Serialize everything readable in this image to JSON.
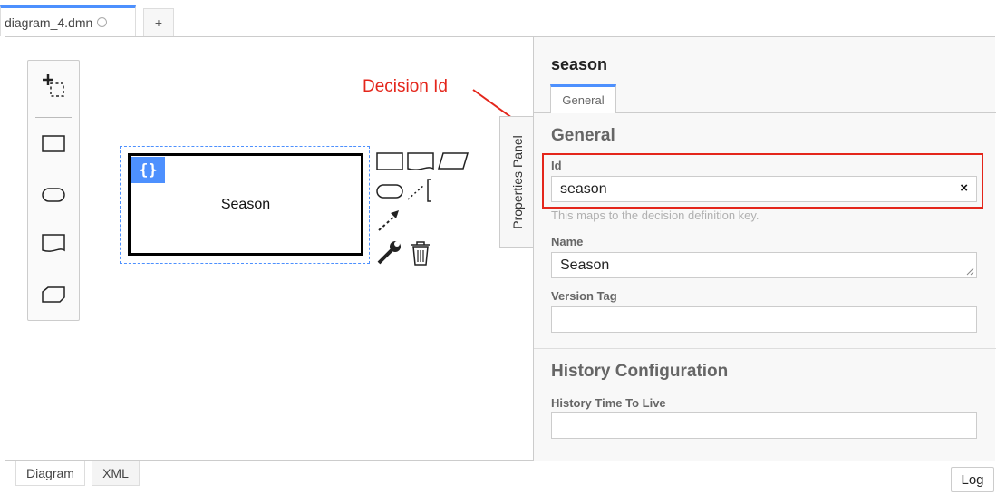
{
  "tabs": {
    "file_tab_label": "diagram_4.dmn",
    "add_tab_label": "+"
  },
  "palette": {
    "tools": [
      "hand-lasso-tool-icon",
      "decision-icon",
      "input-data-icon",
      "knowledge-source-icon",
      "business-knowledge-model-icon"
    ]
  },
  "diagram": {
    "decision_label": "Season",
    "decision_type_icon": "{}"
  },
  "annotation": {
    "label": "Decision Id",
    "color": "#e4261b"
  },
  "properties_toggle": {
    "label": "Properties Panel"
  },
  "properties": {
    "title": "season",
    "tab_label": "General",
    "group_general": "General",
    "id_label": "Id",
    "id_value": "season",
    "id_clear": "×",
    "id_hint": "This maps to the decision definition key.",
    "name_label": "Name",
    "name_value": "Season",
    "version_label": "Version Tag",
    "version_value": "",
    "group_history": "History Configuration",
    "ttl_label": "History Time To Live",
    "ttl_value": ""
  },
  "bottom": {
    "diagram_tab": "Diagram",
    "xml_tab": "XML",
    "log_button": "Log"
  },
  "colors": {
    "accent": "#4d90fe",
    "annotation": "#e4261b"
  }
}
